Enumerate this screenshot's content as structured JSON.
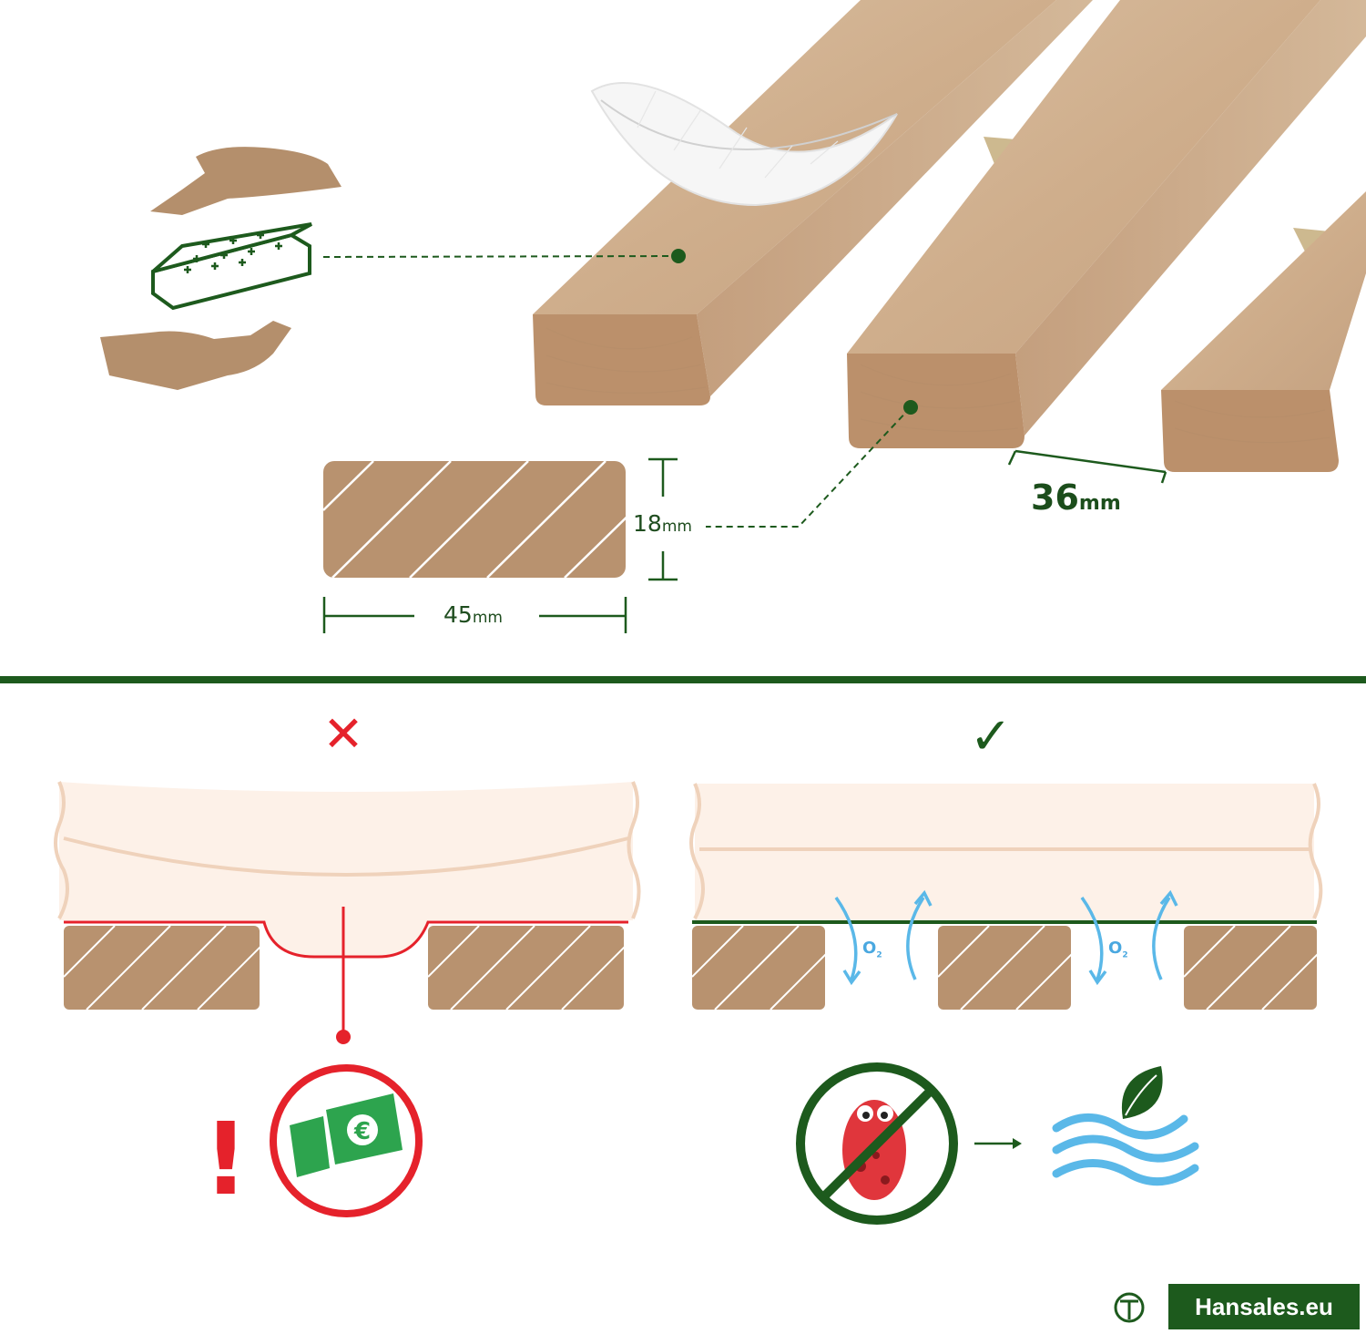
{
  "dimensions": {
    "thickness_value": "18",
    "thickness_unit": "mm",
    "width_value": "45",
    "width_unit": "mm",
    "spacing_value": "36",
    "spacing_unit": "mm"
  },
  "comparison": {
    "bad_symbol": "✕",
    "good_symbol": "✓",
    "oxygen_label": "O",
    "oxygen_subscript": "2",
    "warning_mark": "!",
    "currency_symbol": "€"
  },
  "brand": {
    "name": "Hansales.eu"
  },
  "colors": {
    "wood": "#b8926f",
    "green": "#1d5a1d",
    "red": "#e5222b",
    "blue": "#5ab8e8",
    "mattress": "#fdf1e8"
  }
}
